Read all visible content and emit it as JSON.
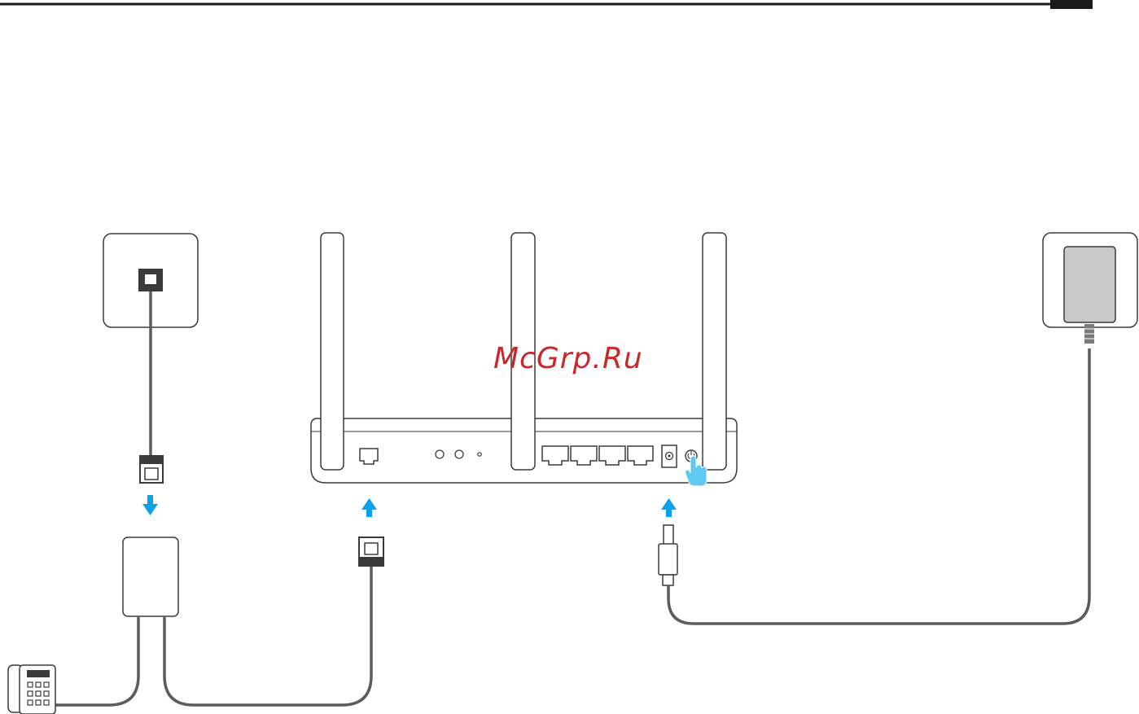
{
  "watermark": {
    "text": "McGrp.Ru",
    "color": "#c8282a"
  },
  "colors": {
    "line": "#5c5c5c",
    "outline": "#3a3a3a",
    "arrow": "#0aa3e8",
    "adapter_fill": "#c9c9c9",
    "header_bar": "#1a1a1a",
    "background": "#ffffff"
  },
  "devices": {
    "wall_jack": "phone-wall-jack",
    "splitter": "adsl-splitter",
    "telephone": "telephone",
    "router": "router-back-panel",
    "power_adapter": "power-adapter-in-outlet"
  },
  "router_panel": {
    "antennas": 3,
    "dsl_ports": 1,
    "lan_ports": 4,
    "round_buttons": 2,
    "reset_holes": 1,
    "power_jack": 1,
    "power_button": 1
  },
  "icons": {
    "arrow_down": "arrow-down-icon",
    "arrow_up": "arrow-up-icon",
    "pointer_hand": "pointing-hand-icon"
  }
}
